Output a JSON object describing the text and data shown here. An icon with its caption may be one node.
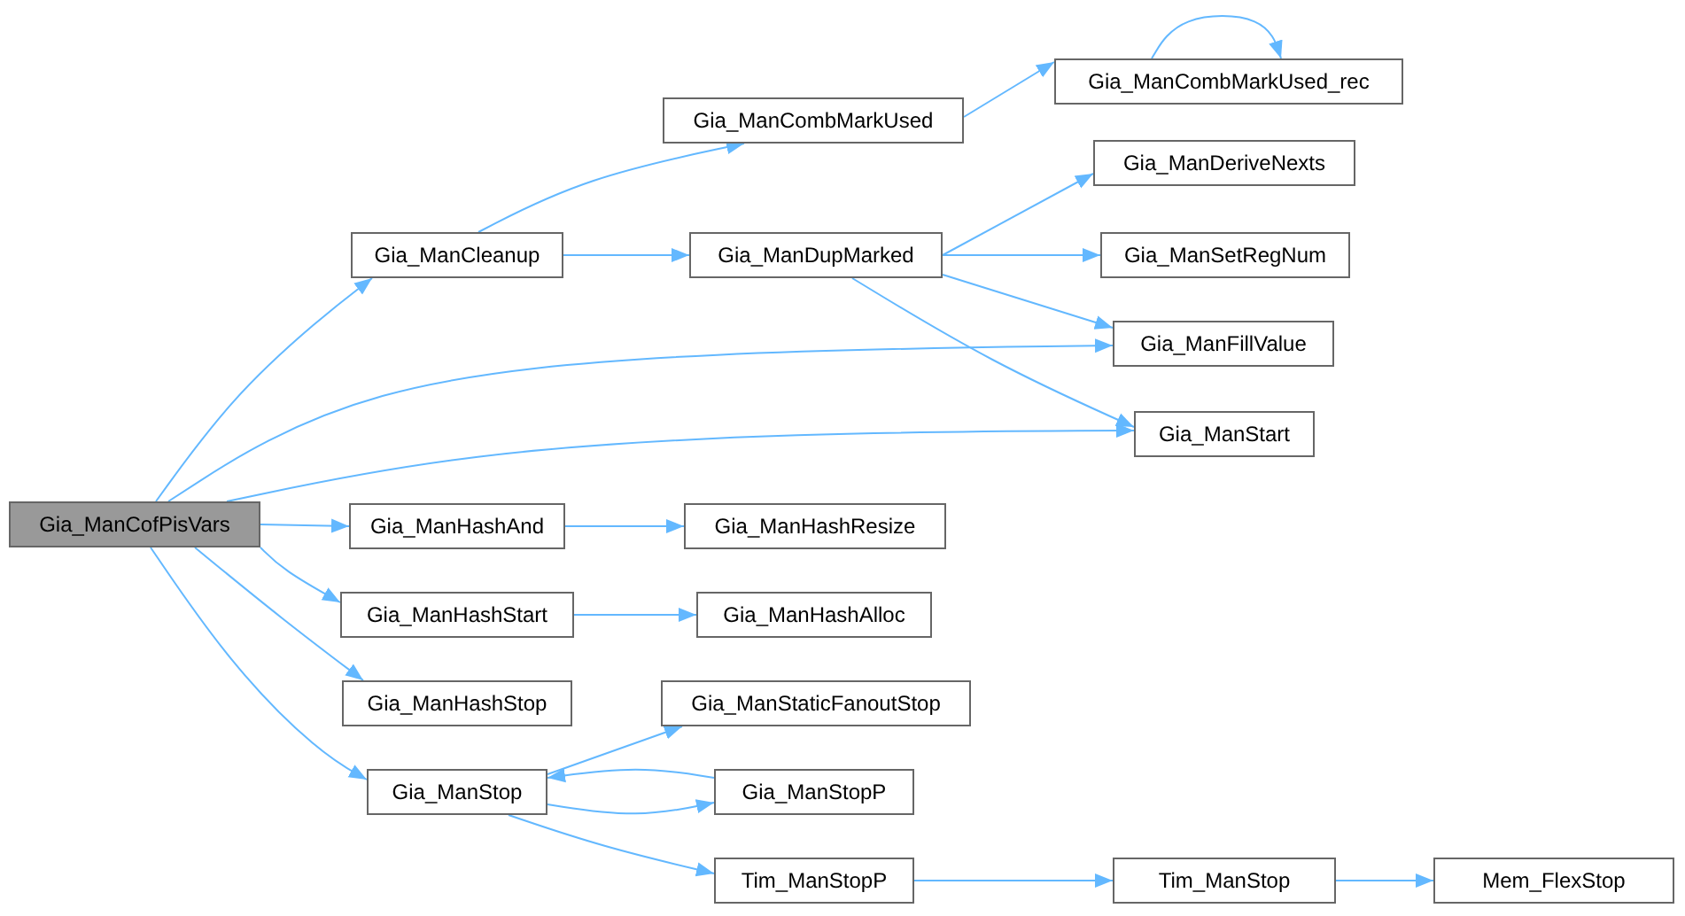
{
  "diagram": {
    "nodes": [
      {
        "text": [
          "Gia_ManCofPisVars"
        ]
      },
      {
        "text": [
          "Gia_ManCleanup"
        ]
      },
      {
        "text": [
          "Gia_ManCombMarkUsed"
        ]
      },
      {
        "text": [
          "Gia_ManCombMarkUsed_rec"
        ]
      },
      {
        "text": [
          "Gia_ManDupMarked"
        ]
      },
      {
        "text": [
          "Gia_ManDeriveNexts"
        ]
      },
      {
        "text": [
          "Gia_ManSetRegNum"
        ]
      },
      {
        "text": [
          "Gia_ManFillValue"
        ]
      },
      {
        "text": [
          "Gia_ManStart"
        ]
      },
      {
        "text": [
          "Gia_ManHashAnd"
        ]
      },
      {
        "text": [
          "Gia_ManHashResize"
        ]
      },
      {
        "text": [
          "Gia_ManHashStart"
        ]
      },
      {
        "text": [
          "Gia_ManHashAlloc"
        ]
      },
      {
        "text": [
          "Gia_ManHashStop"
        ]
      },
      {
        "text": [
          "Gia_ManStaticFanoutStop"
        ]
      },
      {
        "text": [
          "Gia_ManStop"
        ]
      },
      {
        "text": [
          "Gia_ManStopP"
        ]
      },
      {
        "text": [
          "Tim_ManStopP"
        ]
      },
      {
        "text": [
          "Tim_ManStop"
        ]
      },
      {
        "text": [
          "Mem_FlexStop"
        ]
      }
    ],
    "edges": [
      {
        "from": 0,
        "to": 1,
        "arrow": "to"
      },
      {
        "from": 0,
        "to": 7,
        "arrow": "to"
      },
      {
        "from": 0,
        "to": 8,
        "arrow": "to"
      },
      {
        "from": 0,
        "to": 9,
        "arrow": "to"
      },
      {
        "from": 0,
        "to": 11,
        "arrow": "to"
      },
      {
        "from": 0,
        "to": 13,
        "arrow": "to"
      },
      {
        "from": 0,
        "to": 15,
        "arrow": "to"
      },
      {
        "from": 1,
        "to": 2,
        "arrow": "to"
      },
      {
        "from": 1,
        "to": 4,
        "arrow": "to"
      },
      {
        "from": 2,
        "to": 3,
        "arrow": "to"
      },
      {
        "from": 3,
        "to": 3,
        "arrow": "to"
      },
      {
        "from": 4,
        "to": 5,
        "arrow": "to"
      },
      {
        "from": 4,
        "to": 6,
        "arrow": "to"
      },
      {
        "from": 4,
        "to": 7,
        "arrow": "to"
      },
      {
        "from": 4,
        "to": 8,
        "arrow": "to"
      },
      {
        "from": 9,
        "to": 10,
        "arrow": "to"
      },
      {
        "from": 11,
        "to": 12,
        "arrow": "to"
      },
      {
        "from": 15,
        "to": 14,
        "arrow": "to"
      },
      {
        "from": 15,
        "to": 16,
        "arrow": "to"
      },
      {
        "from": 16,
        "to": 15,
        "arrow": "to"
      },
      {
        "from": 15,
        "to": 17,
        "arrow": "to"
      },
      {
        "from": 17,
        "to": 18,
        "arrow": "to"
      },
      {
        "from": 18,
        "to": 19,
        "arrow": "to"
      }
    ]
  }
}
